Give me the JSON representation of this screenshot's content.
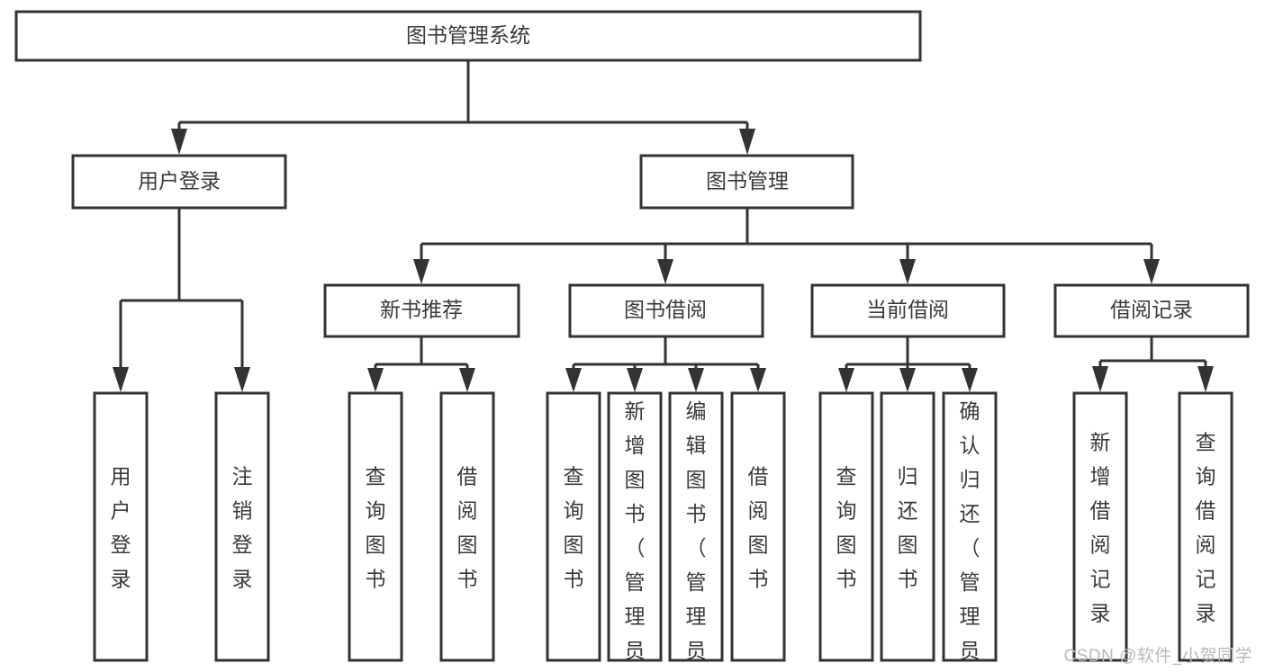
{
  "diagram": {
    "title": "图书管理系统",
    "watermark": "CSDN @软件_小贺同学",
    "type": "tree",
    "orientation": "top-down"
  },
  "chart_data": {
    "type": "diagram-tree",
    "title": "图书管理系统",
    "root": {
      "id": "root",
      "label": "图书管理系统"
    },
    "level1": [
      {
        "id": "user-login",
        "label": "用户登录"
      },
      {
        "id": "book-manage",
        "label": "图书管理"
      }
    ],
    "level2": [
      {
        "id": "new-book-recommend",
        "label": "新书推荐",
        "parent": "book-manage"
      },
      {
        "id": "book-borrow",
        "label": "图书借阅",
        "parent": "book-manage"
      },
      {
        "id": "current-borrow",
        "label": "当前借阅",
        "parent": "book-manage"
      },
      {
        "id": "borrow-record",
        "label": "借阅记录",
        "parent": "book-manage"
      }
    ],
    "leaves": [
      {
        "id": "leaf-user-login",
        "label": "用户登录",
        "parent": "user-login"
      },
      {
        "id": "leaf-logout-login",
        "label": "注销登录",
        "parent": "user-login"
      },
      {
        "id": "leaf-query-book-1",
        "label": "查询图书",
        "parent": "new-book-recommend"
      },
      {
        "id": "leaf-borrow-book-1",
        "label": "借阅图书",
        "parent": "new-book-recommend"
      },
      {
        "id": "leaf-query-book-2",
        "label": "查询图书",
        "parent": "book-borrow"
      },
      {
        "id": "leaf-add-book",
        "label": "新增图书（管理员）",
        "parent": "book-borrow"
      },
      {
        "id": "leaf-edit-book",
        "label": "编辑图书（管理员）",
        "parent": "book-borrow"
      },
      {
        "id": "leaf-borrow-book-2",
        "label": "借阅图书",
        "parent": "book-borrow"
      },
      {
        "id": "leaf-query-book-3",
        "label": "查询图书",
        "parent": "current-borrow"
      },
      {
        "id": "leaf-return-book",
        "label": "归还图书",
        "parent": "current-borrow"
      },
      {
        "id": "leaf-confirm-return",
        "label": "确认归还（管理员）",
        "parent": "current-borrow"
      },
      {
        "id": "leaf-add-record",
        "label": "新增借阅记录",
        "parent": "borrow-record"
      },
      {
        "id": "leaf-query-record",
        "label": "查询借阅记录",
        "parent": "borrow-record"
      }
    ],
    "colors": {
      "stroke": "#333333",
      "fill": "#ffffff",
      "text": "#3a3a3a",
      "watermark": "#b9b9b9",
      "background": "#ffffff"
    }
  }
}
